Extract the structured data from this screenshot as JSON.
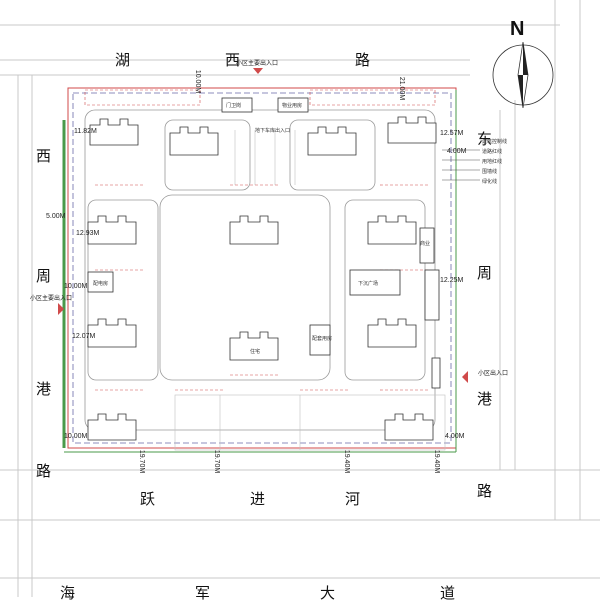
{
  "roads": {
    "north": [
      "湖",
      "西",
      "路"
    ],
    "west": [
      "西",
      "周",
      "港",
      "路"
    ],
    "east": [
      "东",
      "周",
      "港",
      "路"
    ],
    "river": [
      "跃",
      "进",
      "河"
    ],
    "south": [
      "海",
      "军",
      "大",
      "道"
    ]
  },
  "compass": {
    "label": "N"
  },
  "entrances": {
    "main_north": "小区主要出入口",
    "main_west": "小区主要出入口",
    "secondary_east": "小区出入口"
  },
  "dimensions": {
    "top_left": "10.00M",
    "top_right": "21.00M",
    "setback_a": "11.82M",
    "setback_b": "12.57M",
    "setback_c": "4.00M",
    "setback_d": "5.00M",
    "setback_e": "12.93M",
    "setback_f": "10.00M",
    "setback_g": "12.25M",
    "setback_h": "12.07M",
    "bottom_left": "10.00M",
    "bottom_right": "4.00M",
    "south_1": "19.70M",
    "south_2": "19.70M",
    "south_3": "19.40M",
    "south_4": "19.40M"
  },
  "legend": [
    "建筑控制线",
    "道路红线",
    "用地红线",
    "围墙线",
    "绿化线"
  ],
  "buildings": {
    "n1": "门卫岗",
    "n2": "物业用房",
    "entrance_ramp": "地下车库出入口",
    "kindergarten": "配电房",
    "plaza": "下沉广场",
    "commerce": "商业",
    "unit_label": "住宅",
    "public": "配套用房"
  },
  "colors": {
    "red_line": "#d04a4a",
    "green_line": "#4a9a4a",
    "blue_line": "#6a6aa8",
    "lightline": "#b8b8b8"
  }
}
